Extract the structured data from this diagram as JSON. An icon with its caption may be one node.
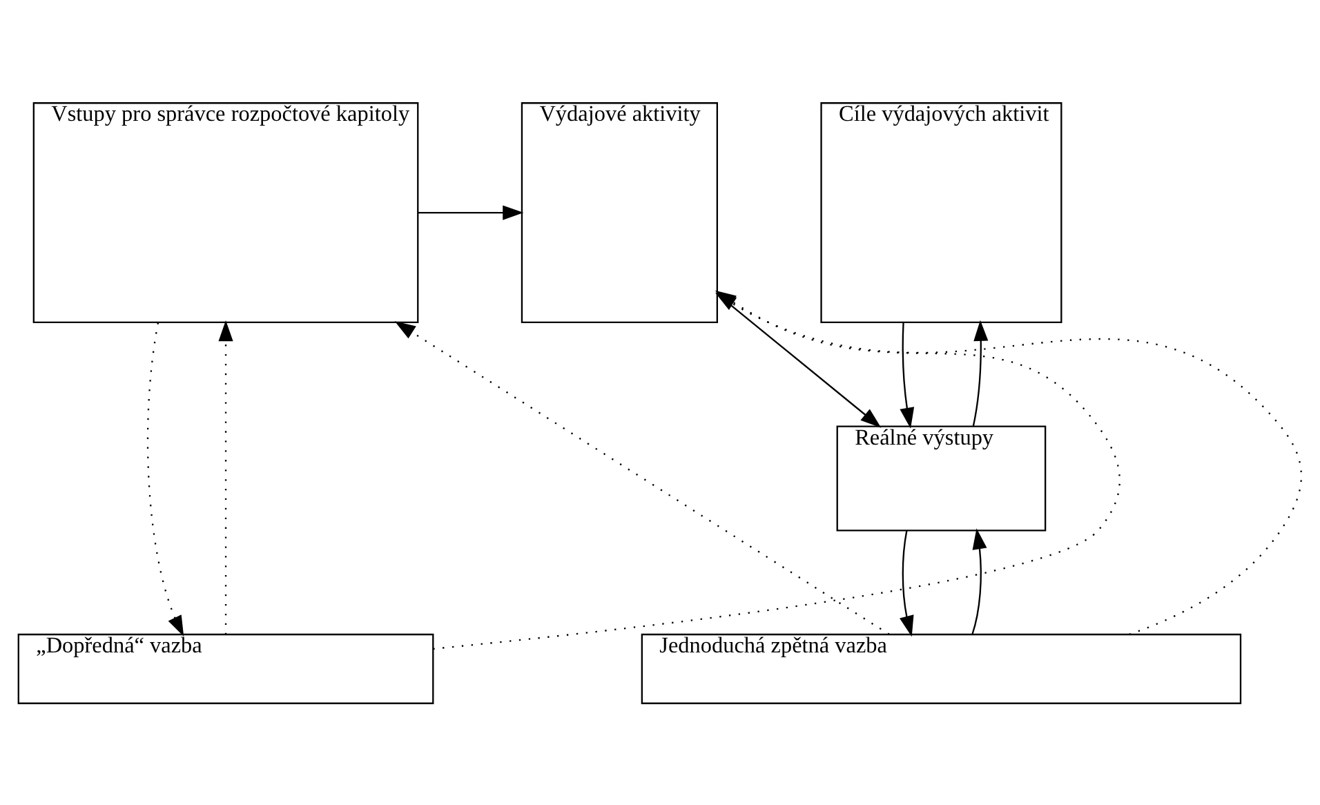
{
  "diagram": {
    "nodes": [
      {
        "text": [
          "Vstupy pro správce rozpočtové kapitoly"
        ]
      },
      {
        "text": [
          "Výdajové aktivity"
        ]
      },
      {
        "text": [
          "Cíle výdajových aktivit"
        ]
      },
      {
        "text": [
          "Reálné výstupy"
        ]
      },
      {
        "text": [
          "„Dopředná“ vazba"
        ]
      },
      {
        "text": [
          "Jednoduchá zpětná vazba"
        ]
      }
    ],
    "edges": [
      {
        "from": 0,
        "to": 1,
        "arrow": "to"
      },
      {
        "from": 1,
        "to": 3,
        "arrow": "to"
      },
      {
        "from": 2,
        "to": 3,
        "arrow": "to"
      },
      {
        "from": 3,
        "to": 2,
        "arrow": "to"
      },
      {
        "from": 3,
        "to": 5,
        "arrow": "to"
      },
      {
        "from": 5,
        "to": 3,
        "arrow": "to"
      },
      {
        "from": 0,
        "to": 4,
        "arrow": "to",
        "style": "dashed"
      },
      {
        "from": 4,
        "to": 0,
        "arrow": "to",
        "style": "dashed"
      },
      {
        "from": 5,
        "to": 0,
        "arrow": "to",
        "style": "dashed"
      },
      {
        "from": 4,
        "to": 1,
        "arrow": "to",
        "style": "dashed"
      },
      {
        "from": 5,
        "to": 1,
        "arrow": "to",
        "style": "dashed"
      }
    ]
  }
}
